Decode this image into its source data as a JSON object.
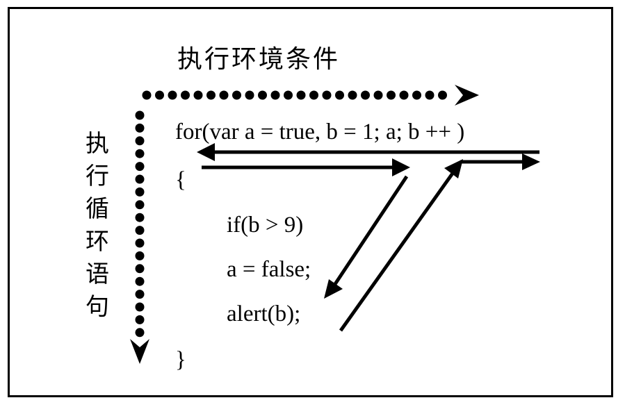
{
  "labels": {
    "horizontal": "执行环境条件",
    "vertical": [
      "执",
      "行",
      "循",
      "环",
      "语",
      "句"
    ]
  },
  "code": {
    "line_for": "for(var a = true, b = 1; a; b ++ )",
    "open_brace": "{",
    "line_if": "if(b > 9)",
    "line_assign": "a = false;",
    "line_alert": "alert(b);",
    "close_brace": "}"
  },
  "colors": {
    "ink": "#000000",
    "background": "#ffffff"
  }
}
